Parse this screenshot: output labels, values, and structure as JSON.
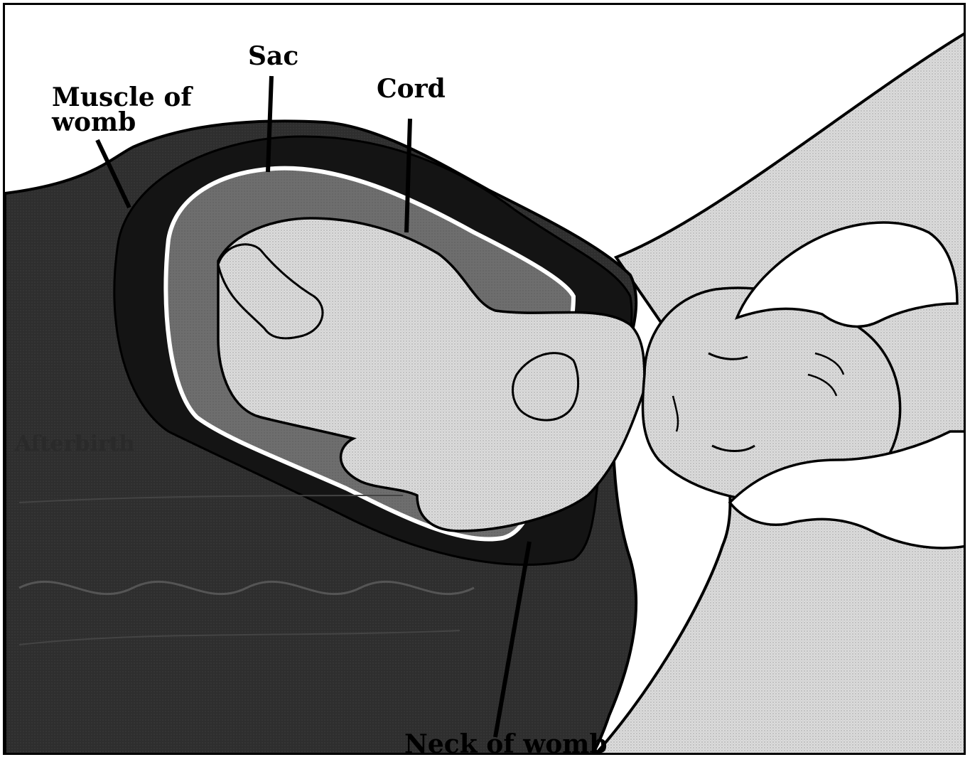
{
  "labels": {
    "sac": "Sac",
    "cord": "Cord",
    "muscle_of_womb_line1": "Muscle of",
    "muscle_of_womb_line2": "womb",
    "afterbirth": "Afterbirth",
    "neck_of_womb": "Neck of womb"
  },
  "colors": {
    "outline": "#000000",
    "womb_wall": "#2b2b2b",
    "muscle": "#121212",
    "sac_space": "#707070",
    "skin": "#d9d9d9",
    "background": "#ffffff"
  }
}
